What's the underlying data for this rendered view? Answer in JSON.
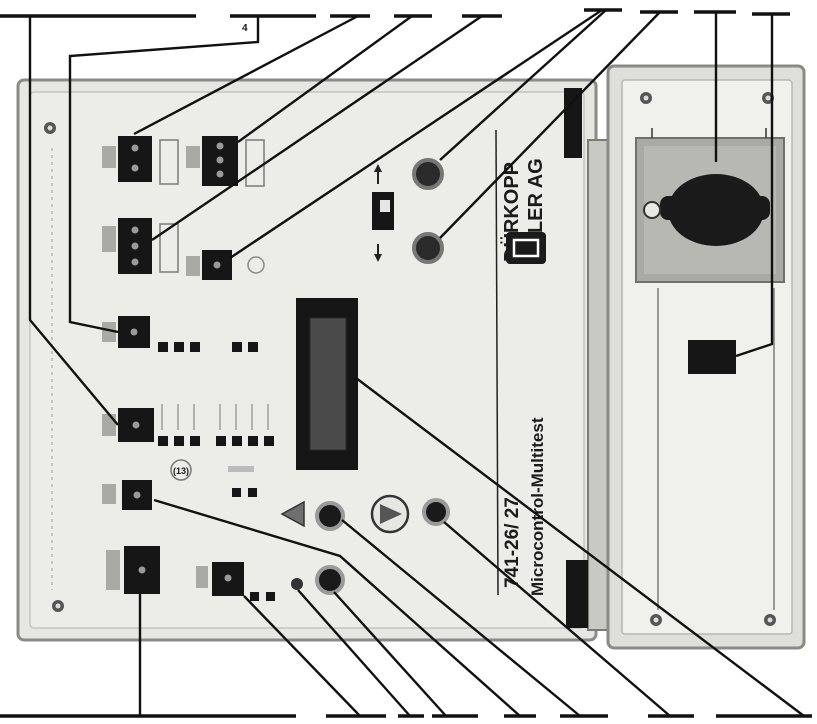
{
  "device": {
    "brand_line1": "DÜRKOPP",
    "brand_line2": "ADLER AG",
    "model_line1": "741-26/ 27",
    "model_line2": "Microcontrol-Multitest",
    "small_label_top": "4",
    "small_label_mid": "(13)"
  },
  "colors": {
    "panel": "#e6e6e2",
    "panel_edge": "#8a8a86",
    "connector": "#161616",
    "leader": "#111111",
    "switch_plate": "#a9a9a6"
  },
  "icons": [
    "warning-triangle-icon",
    "play-icon",
    "arrow-up-icon",
    "arrow-down-icon",
    "screw-icon"
  ]
}
